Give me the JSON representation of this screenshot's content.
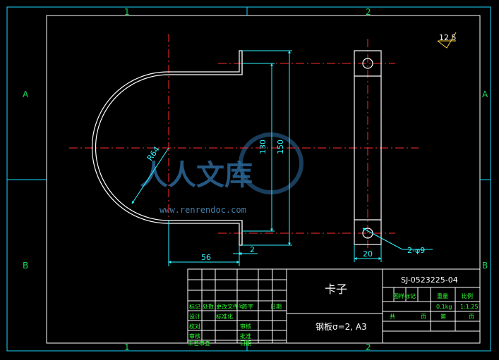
{
  "zones": {
    "top": [
      "1",
      "2"
    ],
    "bottom": [
      "1",
      "2"
    ],
    "left": [
      "A",
      "B"
    ],
    "right": [
      "A",
      "B"
    ]
  },
  "drawing": {
    "roughness": "12.5",
    "dim_outer_gap": "2",
    "dim_left_width": "56",
    "dim_130": "130",
    "dim_150": "150",
    "dim_radius": "R64",
    "dim_side_width": "20",
    "hole_note": "2-φ9"
  },
  "title_block": {
    "part_name": "卡子",
    "material": "钢板σ=2, A3",
    "drawing_number": "SJ-0523225-04",
    "headers": {
      "stage_mark": "图样标记",
      "weight": "重量",
      "scale": "比例"
    },
    "weight_value": "0.1kg",
    "scale_value": "1:1.25",
    "sheet_total": "共",
    "sheet_total_unit": "页",
    "sheet_no": "第",
    "sheet_no_unit": "页",
    "signoff": [
      [
        "标记",
        "处数",
        "更改文件号",
        "签字",
        "日期"
      ],
      [
        "设计",
        "",
        "标准化",
        ""
      ],
      [
        "校对",
        "",
        "审核",
        ""
      ],
      [
        "审核",
        "",
        "批准",
        ""
      ],
      [
        "工艺审查",
        "",
        "日期",
        ""
      ]
    ]
  },
  "watermark": {
    "main": "人人文库",
    "url": "www.renrendoc.com"
  }
}
